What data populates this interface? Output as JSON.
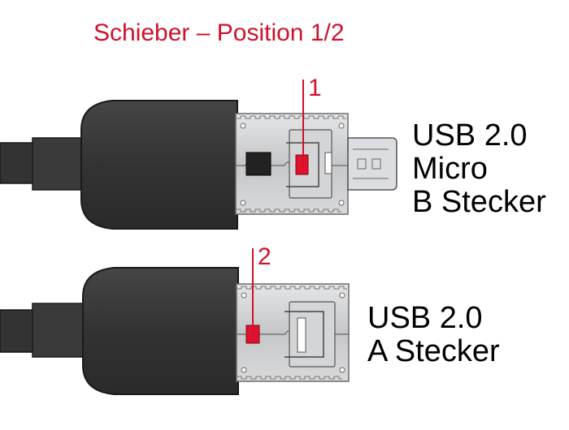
{
  "title": "Schieber – Position 1/2",
  "callouts": {
    "first": "1",
    "second": "2"
  },
  "connectors": {
    "top": {
      "line1": "USB 2.0",
      "line2": "Micro",
      "line3": "B Stecker"
    },
    "bottom": {
      "line1": "USB 2.0",
      "line2": "A Stecker"
    }
  },
  "colors": {
    "accent": "#d0112b",
    "cable": "#3a3a3a",
    "metal": "#c9cacc",
    "text": "#000000"
  }
}
